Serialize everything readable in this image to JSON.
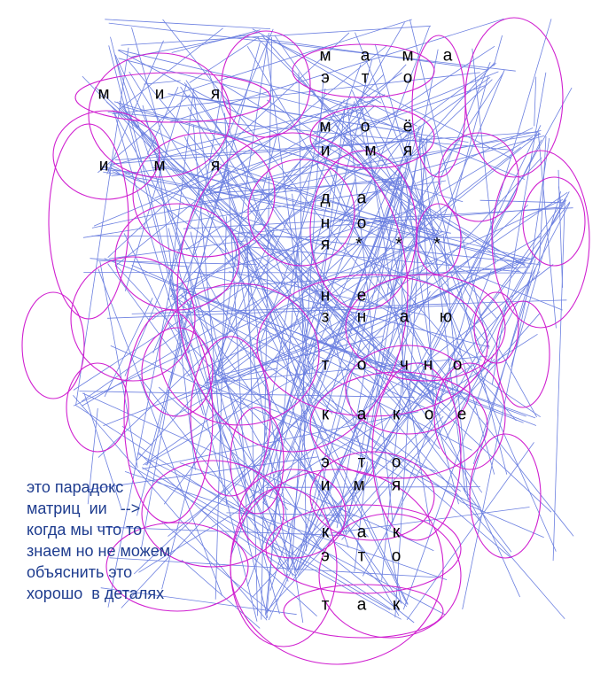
{
  "colors": {
    "lines": "#6b7fe0",
    "ellipses": "#d020d0",
    "text": "#000000",
    "caption": "#1f3d8f"
  },
  "rows": [
    {
      "id": "mama",
      "chars": [
        "м",
        "а",
        "м",
        "а"
      ]
    },
    {
      "id": "eto-1",
      "chars": [
        "э",
        "т",
        "о"
      ]
    },
    {
      "id": "miya",
      "chars": [
        "м",
        "и",
        "я"
      ]
    },
    {
      "id": "moyo",
      "chars": [
        "м",
        "о",
        "ё"
      ]
    },
    {
      "id": "imya-1",
      "chars": [
        "и",
        "м",
        "я"
      ]
    },
    {
      "id": "imya-2",
      "chars": [
        "и",
        "м",
        "я"
      ]
    },
    {
      "id": "da",
      "chars": [
        "д",
        "а"
      ]
    },
    {
      "id": "no",
      "chars": [
        "н",
        "о"
      ]
    },
    {
      "id": "ya-stars",
      "chars": [
        "я",
        "*",
        "*",
        "*"
      ]
    },
    {
      "id": "ne",
      "chars": [
        "н",
        "е"
      ]
    },
    {
      "id": "znayu",
      "chars": [
        "з",
        "н",
        "а",
        "ю"
      ]
    },
    {
      "id": "tochno",
      "chars": [
        "т",
        "о",
        "ч",
        "н",
        "о"
      ]
    },
    {
      "id": "kakoe",
      "chars": [
        "к",
        "а",
        "к",
        "о",
        "е"
      ]
    },
    {
      "id": "eto-2",
      "chars": [
        "э",
        "т",
        "о"
      ]
    },
    {
      "id": "imya-3",
      "chars": [
        "и",
        "м",
        "я"
      ]
    },
    {
      "id": "kak",
      "chars": [
        "к",
        "а",
        "к"
      ]
    },
    {
      "id": "eto-3",
      "chars": [
        "э",
        "т",
        "о"
      ]
    },
    {
      "id": "tak",
      "chars": [
        "т",
        "а",
        "к"
      ]
    }
  ],
  "caption": [
    "это парадокс",
    "матриц  ии   -->",
    "когда мы что то",
    "знаем но не можем",
    "объяснить это",
    "хорошо  в деталях"
  ]
}
